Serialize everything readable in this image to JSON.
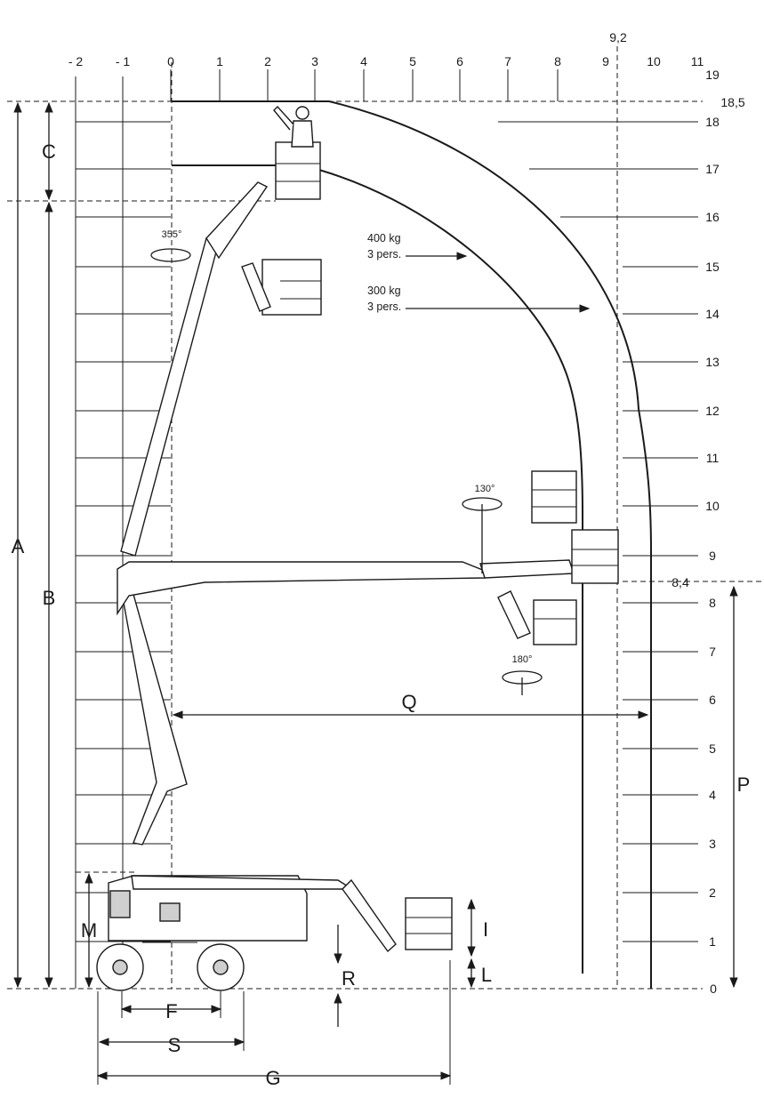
{
  "axes": {
    "x_ticks": [
      "- 2",
      "- 1",
      "0",
      "1",
      "2",
      "3",
      "4",
      "5",
      "6",
      "7",
      "8",
      "9",
      "10",
      "11"
    ],
    "x_special": "9,2",
    "y_ticks": [
      "0",
      "1",
      "2",
      "3",
      "4",
      "5",
      "6",
      "7",
      "8",
      "9",
      "10",
      "11",
      "12",
      "13",
      "14",
      "15",
      "16",
      "17",
      "18",
      "19"
    ],
    "y_special_top": "18,5",
    "y_special_mid": "8,4"
  },
  "dimensions": {
    "A": "A",
    "B": "B",
    "C": "C",
    "M": "M",
    "F": "F",
    "S": "S",
    "G": "G",
    "Q": "Q",
    "P": "P",
    "I": "I",
    "L": "L",
    "R": "R"
  },
  "envelopes": [
    {
      "load": "400 kg",
      "persons": "3 pers."
    },
    {
      "load": "300 kg",
      "persons": "3 pers."
    }
  ],
  "rotations": {
    "turret": "355°",
    "jib": "130°",
    "basket": "180°"
  }
}
